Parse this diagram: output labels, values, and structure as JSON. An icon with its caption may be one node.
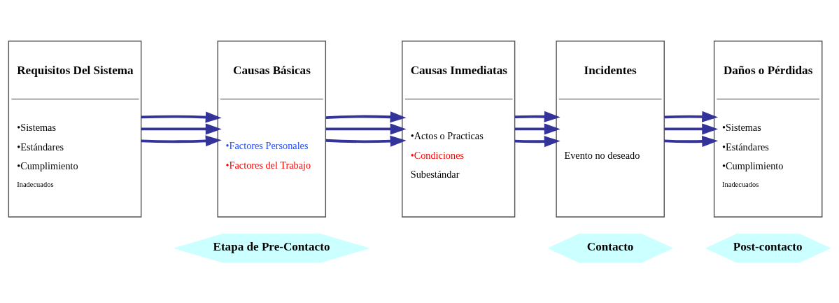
{
  "diagram": {
    "nodes": [
      {
        "text": [
          "Requisitos Del Sistema",
          "•Sistemas",
          "•Estándares",
          "•Cumplimiento",
          "Inadecuados"
        ]
      },
      {
        "text": [
          "Causas Básicas",
          "•Factores Personales",
          "•Factores del Trabajo"
        ]
      },
      {
        "text": [
          "Causas Inmediatas",
          "•Actos o Practicas",
          "•Condiciones",
          "Subestándar"
        ]
      },
      {
        "text": [
          "Incidentes",
          "Evento no deseado"
        ]
      },
      {
        "text": [
          "Daños o Pérdidas",
          "•Sistemas",
          "•Estándares",
          "•Cumplimiento",
          "Inadecuados"
        ]
      },
      {
        "text": [
          "Etapa de Pre-Contacto"
        ]
      },
      {
        "text": [
          "Contacto"
        ]
      },
      {
        "text": [
          "Post-contacto"
        ]
      }
    ],
    "edges": [
      {
        "from": 0,
        "to": 1,
        "arrow": "to"
      },
      {
        "from": 0,
        "to": 1,
        "arrow": "to"
      },
      {
        "from": 0,
        "to": 1,
        "arrow": "to"
      },
      {
        "from": 1,
        "to": 2,
        "arrow": "to"
      },
      {
        "from": 1,
        "to": 2,
        "arrow": "to"
      },
      {
        "from": 1,
        "to": 2,
        "arrow": "to"
      },
      {
        "from": 2,
        "to": 3,
        "arrow": "to"
      },
      {
        "from": 2,
        "to": 3,
        "arrow": "to"
      },
      {
        "from": 2,
        "to": 3,
        "arrow": "to"
      },
      {
        "from": 3,
        "to": 4,
        "arrow": "to"
      },
      {
        "from": 3,
        "to": 4,
        "arrow": "to"
      },
      {
        "from": 3,
        "to": 4,
        "arrow": "to"
      }
    ]
  }
}
